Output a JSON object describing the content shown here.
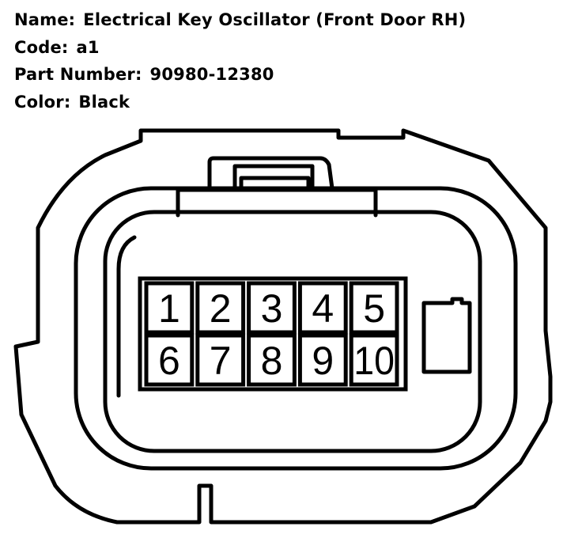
{
  "info": {
    "name_label": "Name:",
    "name_value": "Electrical Key Oscillator (Front Door RH)",
    "code_label": "Code:",
    "code_value": "a1",
    "part_label": "Part Number:",
    "part_value": "90980-12380",
    "color_label": "Color:",
    "color_value": "Black"
  },
  "pins": [
    "1",
    "2",
    "3",
    "4",
    "5",
    "6",
    "7",
    "8",
    "9",
    "10"
  ]
}
